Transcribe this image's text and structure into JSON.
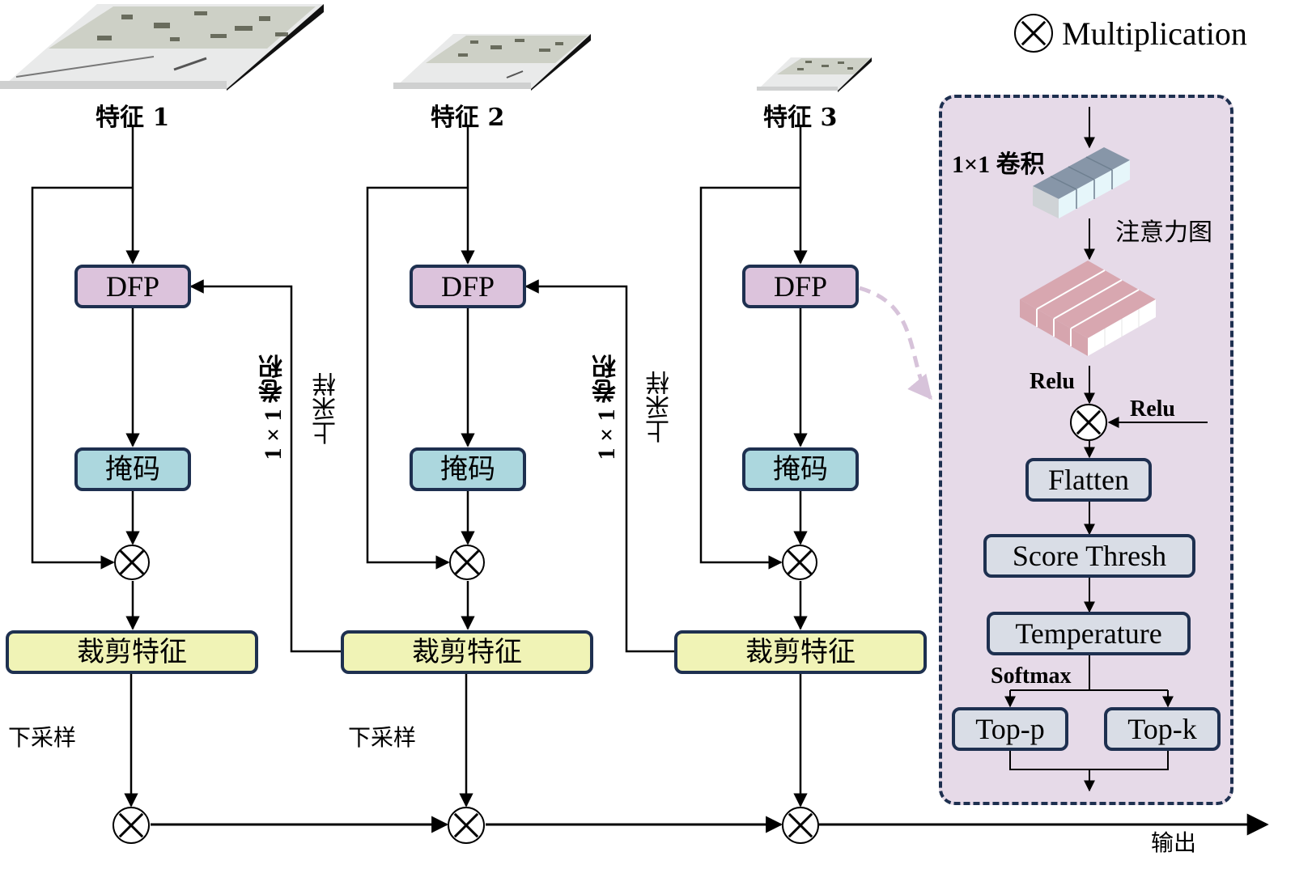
{
  "legend": {
    "icon": "multiplication-circle-icon",
    "label": "Multiplication"
  },
  "features": [
    {
      "title": "特征 1"
    },
    {
      "title": "特征 2"
    },
    {
      "title": "特征 3"
    }
  ],
  "columns": [
    {
      "dfp": "DFP",
      "mask": "掩码",
      "crop": "裁剪特征",
      "downsample": "下采样"
    },
    {
      "dfp": "DFP",
      "mask": "掩码",
      "crop": "裁剪特征",
      "downsample": "下采样"
    },
    {
      "dfp": "DFP",
      "mask": "掩码",
      "crop": "裁剪特征"
    }
  ],
  "connectors": [
    {
      "conv": "1×1 卷积",
      "upsample": "上采样"
    },
    {
      "conv": "1×1 卷积",
      "upsample": "上采样"
    }
  ],
  "output_label": "输出",
  "detail_panel": {
    "conv_label": "1×1 卷积",
    "attention_label": "注意力图",
    "relu_top": "Relu",
    "relu_side": "Relu",
    "flatten": "Flatten",
    "score_thresh": "Score Thresh",
    "temperature": "Temperature",
    "softmax": "Softmax",
    "top_p": "Top-p",
    "top_k": "Top-k"
  },
  "colors": {
    "box_border": "#1e3050",
    "dfp_fill": "#dcc3dc",
    "mask_fill": "#acd7de",
    "crop_fill": "#f0f3b6",
    "panel_fill": "#e6dae8",
    "panel_box_fill": "#d9dde6",
    "conv_block_top": "#8796a8",
    "attention_map_fill": "#d8a7b0",
    "dashed_link": "#d7c3da"
  }
}
